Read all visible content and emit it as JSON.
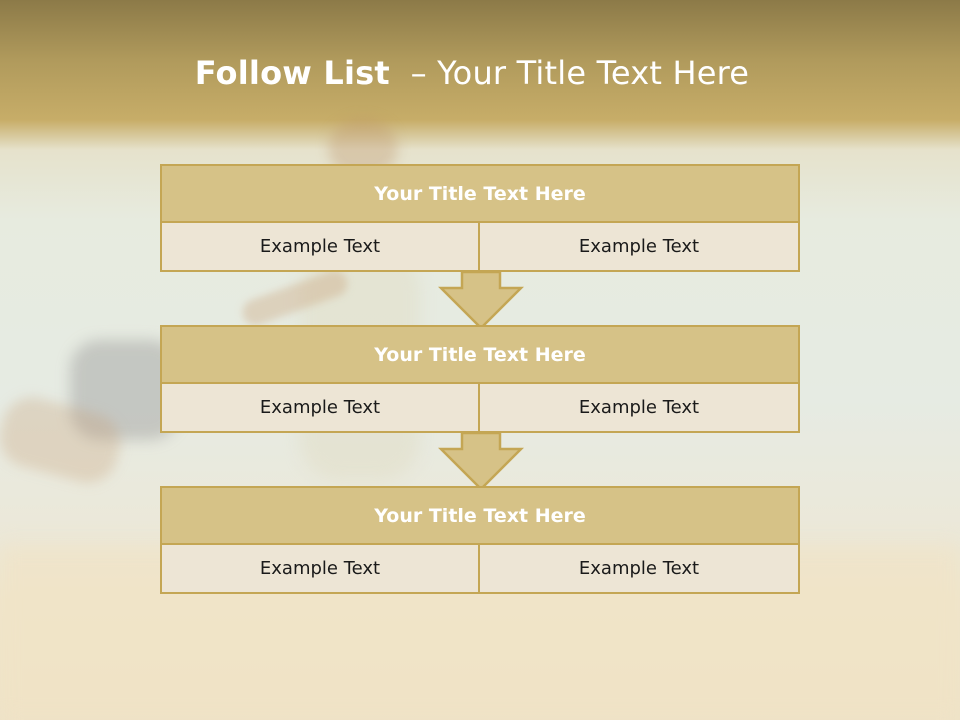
{
  "slide": {
    "title_bold": "Follow List",
    "title_rest": "  – Your Title Text Here"
  },
  "blocks": [
    {
      "title": "Your Title Text Here",
      "left": "Example Text",
      "right": "Example Text"
    },
    {
      "title": "Your Title Text Here",
      "left": "Example Text",
      "right": "Example Text"
    },
    {
      "title": "Your Title Text Here",
      "left": "Example Text",
      "right": "Example Text"
    }
  ],
  "colors": {
    "header_fill": "#d6c287",
    "border": "#c4a654",
    "cell_fill": "#ede5d5"
  }
}
